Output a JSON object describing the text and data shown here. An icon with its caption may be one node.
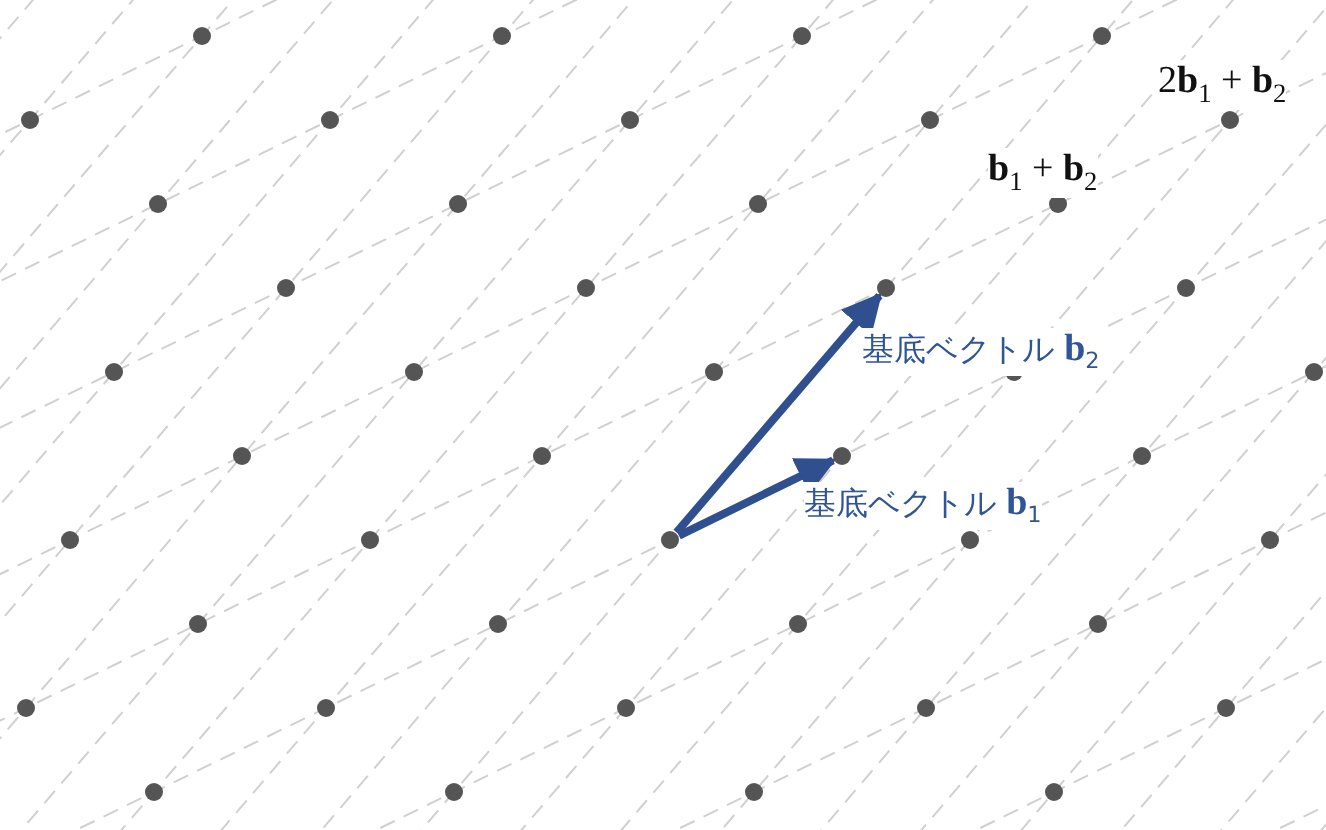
{
  "diagram": {
    "nodes": [
      {
        "text": [],
        "shape": "circle"
      },
      {
        "text": [],
        "shape": "circle"
      },
      {
        "text": [],
        "shape": "circle"
      }
    ],
    "edges": [
      {
        "from": 0,
        "to": 1,
        "arrow": "to",
        "label": "基底ベクトル **b**$_{1}$"
      },
      {
        "from": 0,
        "to": 2,
        "arrow": "to",
        "label": "基底ベクトル **b**$_{2}$"
      }
    ],
    "labels": [
      "2**b**$_{1}$ + **b**$_{2}$",
      "**b**$_{1}$ + **b**$_{2}$"
    ]
  }
}
